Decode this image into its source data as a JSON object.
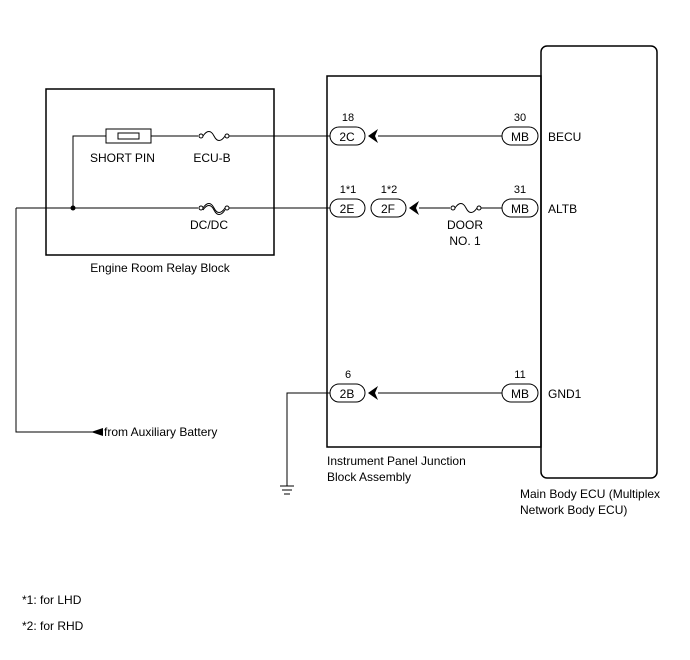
{
  "engine_room_relay_block": {
    "label": "Engine Room Relay Block",
    "short_pin": "SHORT PIN",
    "fuse_ecub": "ECU-B",
    "fuse_dcdc": "DC/DC"
  },
  "instrument_panel_jb": {
    "label_line1": "Instrument Panel Junction",
    "label_line2": "Block Assembly",
    "connectors": {
      "c2c": {
        "pin": "18",
        "name": "2C"
      },
      "c2e": {
        "pin": "1*1",
        "name": "2E"
      },
      "c2f": {
        "pin": "1*2",
        "name": "2F"
      },
      "c2b": {
        "pin": "6",
        "name": "2B"
      }
    },
    "fuse_door_line1": "DOOR",
    "fuse_door_line2": "NO. 1"
  },
  "main_body_ecu": {
    "label_line1": "Main Body ECU (Multiplex",
    "label_line2": "Network Body ECU)",
    "terminals": {
      "becu": {
        "pin": "30",
        "conn": "MB",
        "name": "BECU"
      },
      "altb": {
        "pin": "31",
        "conn": "MB",
        "name": "ALTB"
      },
      "gnd1": {
        "pin": "11",
        "conn": "MB",
        "name": "GND1"
      }
    }
  },
  "aux_battery_label": "from Auxiliary Battery",
  "notes": {
    "note1": "*1: for LHD",
    "note2": "*2: for RHD"
  }
}
